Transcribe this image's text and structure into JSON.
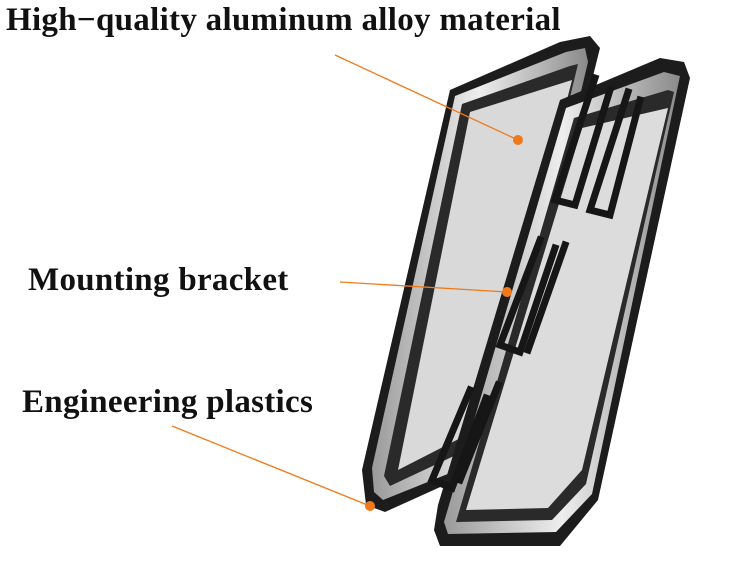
{
  "labels": {
    "aluminum": "High−quality aluminum alloy material",
    "bracket": "Mounting bracket",
    "plastics": "Engineering plastics"
  },
  "colors": {
    "pointer": "#f07a1a",
    "board_dark": "#1c1c1c",
    "board_silver": "#cfcfcf",
    "background": "#ffffff"
  }
}
